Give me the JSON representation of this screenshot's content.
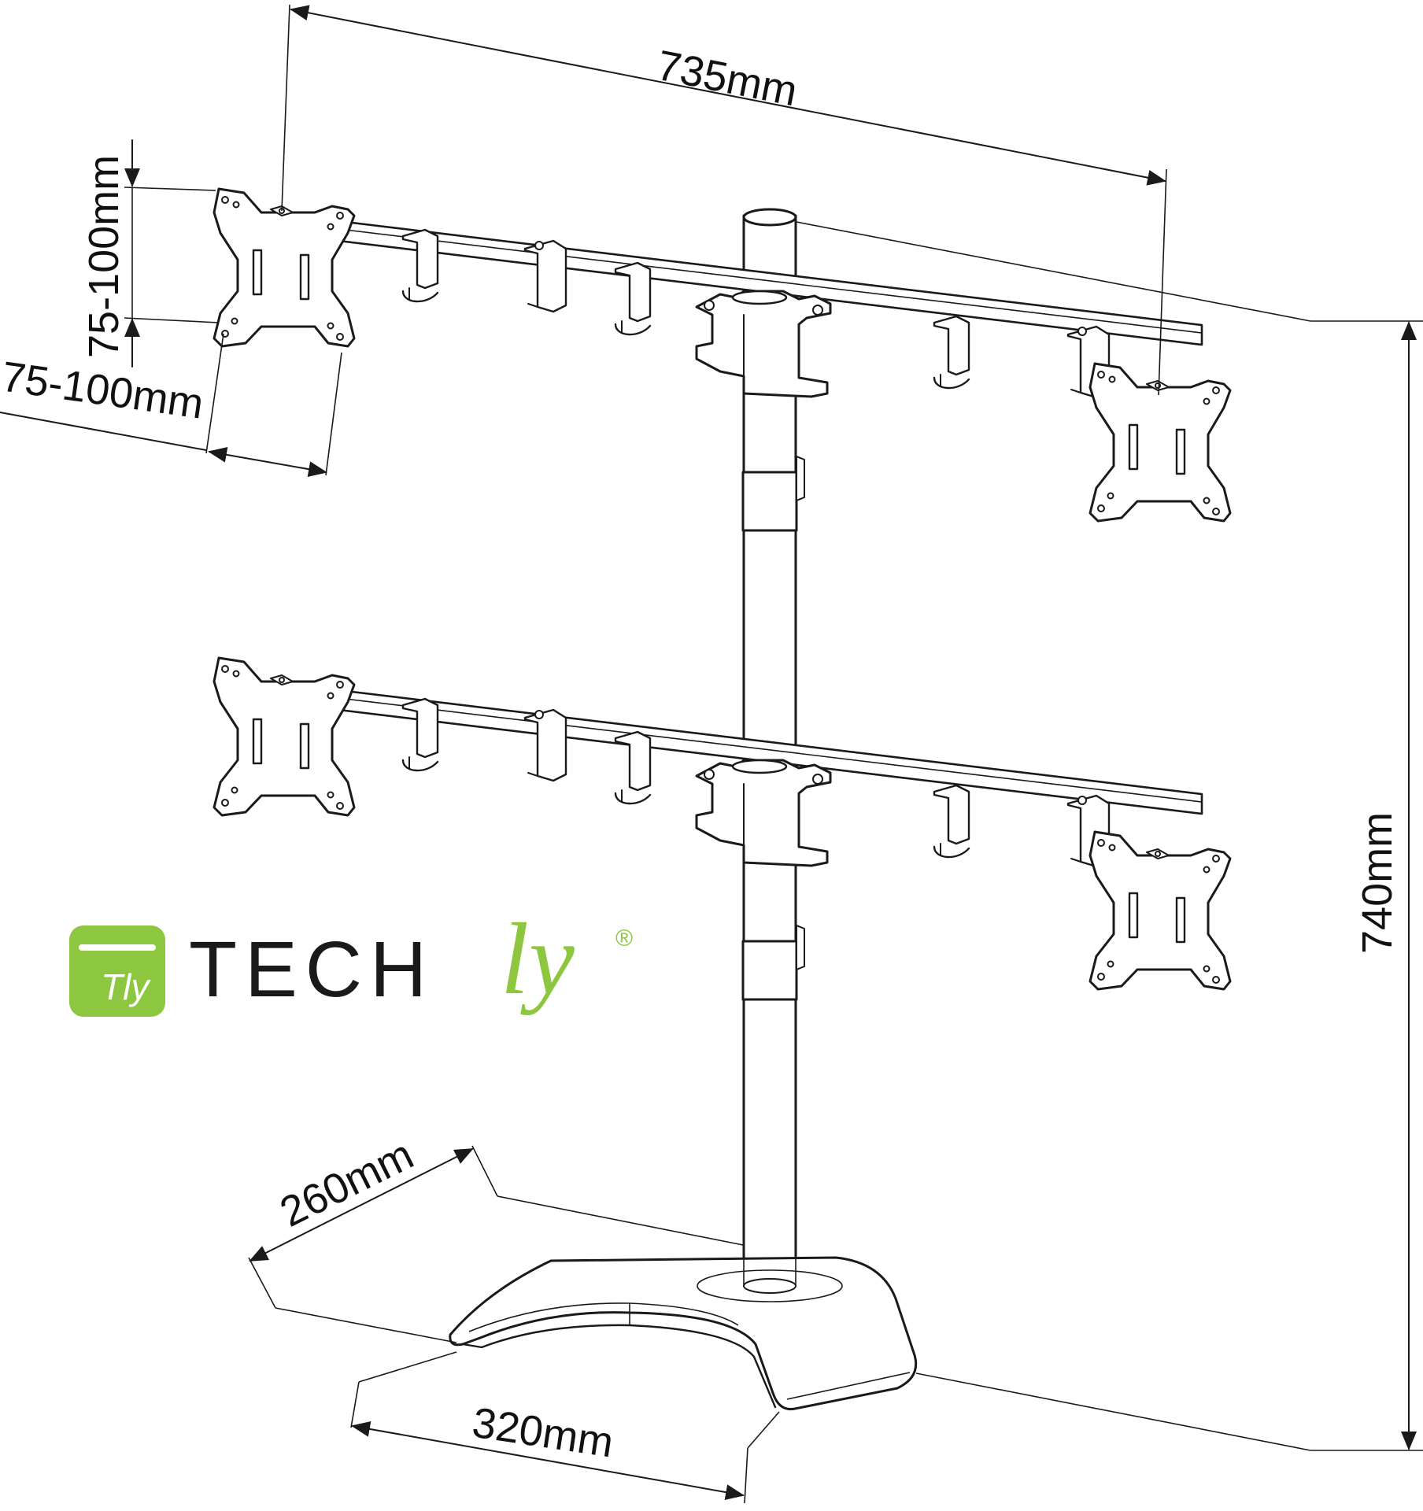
{
  "dimensions": {
    "total_width": "735mm",
    "height": "740mm",
    "vesa_vertical": "75-100mm",
    "vesa_horizontal": "75-100mm",
    "base_depth": "260mm",
    "base_width": "320mm"
  },
  "brand": {
    "icon_text": "Tly",
    "name_prefix": "TECH",
    "name_suffix": "ly",
    "registered_mark": "®",
    "colors": {
      "green": "#8dc63f",
      "dark": "#1a1a1a"
    }
  }
}
